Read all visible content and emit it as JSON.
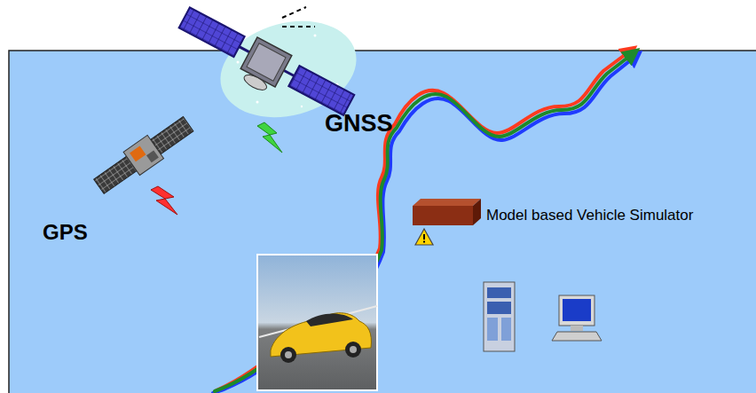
{
  "diagram": {
    "labels": [
      "GNSS",
      "GPS",
      "Model based Vehicle Simulator"
    ]
  }
}
